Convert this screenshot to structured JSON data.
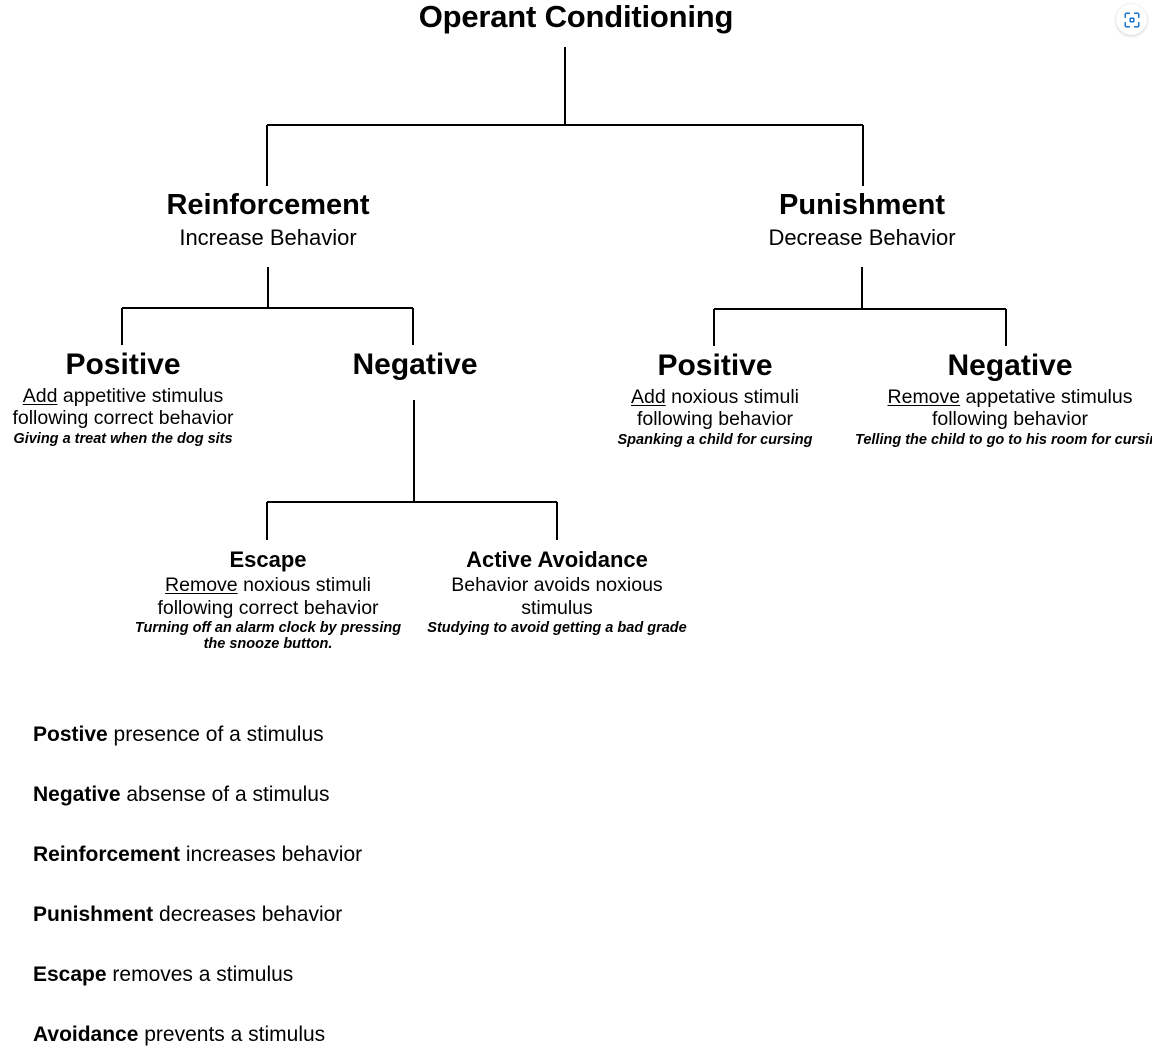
{
  "title": "Operant Conditioning",
  "scan_button": {
    "icon": "scan-lens-icon",
    "color": "#1a73c8"
  },
  "tree": {
    "root": {
      "label": "Operant Conditioning"
    },
    "branches": [
      {
        "id": "reinforcement",
        "title": "Reinforcement",
        "subtitle": "Increase Behavior",
        "children": [
          {
            "id": "positive-reinforcement",
            "title": "Positive",
            "desc_keyword": "Add",
            "desc_line1_rest": " appetitive stimulus",
            "desc_line2": "following correct behavior",
            "example": "Giving a treat when the dog sits"
          },
          {
            "id": "negative-reinforcement",
            "title": "Negative",
            "desc_keyword": "",
            "desc_line1_rest": "",
            "desc_line2": "",
            "example": "",
            "children": [
              {
                "id": "escape",
                "title": "Escape",
                "desc_keyword": "Remove",
                "desc_line1_rest": " noxious stimuli",
                "desc_line2": "following correct behavior",
                "example_line1": "Turning off an alarm clock by pressing",
                "example_line2": "the snooze button."
              },
              {
                "id": "active-avoidance",
                "title": "Active Avoidance",
                "desc_keyword": "",
                "desc_line1_rest": "Behavior avoids noxious",
                "desc_line2": "stimulus",
                "example_line1": "Studying to avoid getting a bad grade",
                "example_line2": ""
              }
            ]
          }
        ]
      },
      {
        "id": "punishment",
        "title": "Punishment",
        "subtitle": "Decrease Behavior",
        "children": [
          {
            "id": "positive-punishment",
            "title": "Positive",
            "desc_keyword": "Add",
            "desc_line1_rest": " noxious stimuli",
            "desc_line2": "following behavior",
            "example": "Spanking a child for cursing"
          },
          {
            "id": "negative-punishment",
            "title": "Negative",
            "desc_keyword": "Remove",
            "desc_line1_rest": " appetative stimulus",
            "desc_line2": "following behavior",
            "example": "Telling the child to go to his room for cursing"
          }
        ]
      }
    ]
  },
  "glossary": [
    {
      "term": "Postive",
      "definition": " presence of a stimulus"
    },
    {
      "term": "Negative",
      "definition": " absense of a stimulus"
    },
    {
      "term": "Reinforcement",
      "definition": " increases behavior"
    },
    {
      "term": "Punishment",
      "definition": " decreases behavior"
    },
    {
      "term": "Escape",
      "definition": " removes a stimulus"
    },
    {
      "term": "Avoidance",
      "definition": " prevents a stimulus"
    }
  ]
}
